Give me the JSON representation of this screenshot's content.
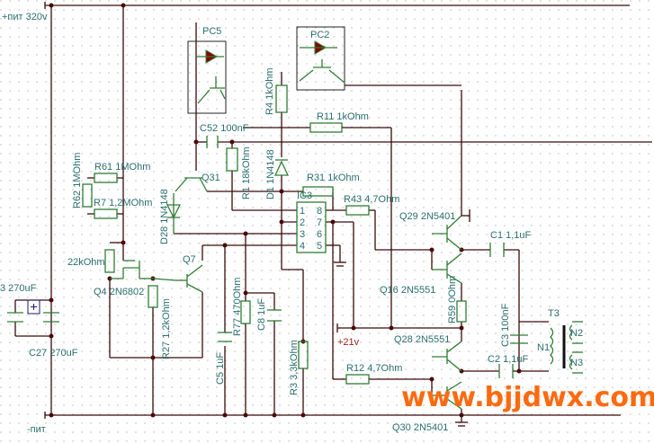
{
  "title": "",
  "rails": {
    "positive": "+пит 320v",
    "negative": "-пит",
    "aux": "+21v"
  },
  "labels": {
    "pc5": "PC5",
    "pc2": "PC2",
    "r4": "R4 1kOhm",
    "r11": "R11 1kOhm",
    "c52": "C52 100nF",
    "r1": "R1 18kOhm",
    "d1": "D1 1N4148",
    "r31": "R31 1kOhm",
    "q31": "Q31",
    "d28": "D28 1N4148",
    "r61": "R61 1MOhm",
    "r62": "R62 1MOhm",
    "r7": "R7 1,2MOhm",
    "ic3": "IC3",
    "r43": "R43 4,7Ohm",
    "q29": "Q29 2N5401",
    "c1": "C1 1,1uF",
    "q16": "Q16 2N5551",
    "r59": "R59 0Ohm",
    "q28": "Q28 2N5551",
    "c3": "C3 100nF",
    "c2": "C2 1,1uF",
    "t3": "T3",
    "n1": "N1",
    "n2": "N2",
    "n3": "N3",
    "r12": "R12 4,7Ohm",
    "q30": "Q30 2N5401",
    "r22k": "22kOhm",
    "q4": "Q4 2N6802",
    "q7": "Q7",
    "r27": "R27 1,2kOhm",
    "c5": "C5 1uF",
    "r77": "R77 470Ohm",
    "c8": "C8 1uF",
    "r3": "R3 3,3kOhm",
    "c_left": "3 270uF",
    "c27": "C27 270uF",
    "ic_pins": [
      "1",
      "2",
      "3",
      "4",
      "8",
      "7",
      "6",
      "5"
    ]
  },
  "watermark": "www.bjjdwx.com",
  "colors": {
    "wire": "#3a0a0a",
    "component": "#2e7d32",
    "label": "#2a6e6e",
    "watermark": "#ff6a10",
    "led": "#8b0000"
  }
}
